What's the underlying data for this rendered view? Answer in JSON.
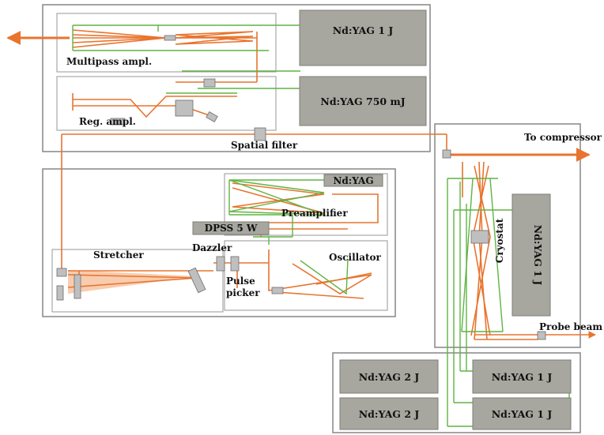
{
  "labels": {
    "multipass": "Multipass ampl.",
    "regen": "Reg. ampl.",
    "spatial_filter": "Spatial filter",
    "to_compressor": "To compressor",
    "stretcher": "Stretcher",
    "dazzler": "Dazzler",
    "pulse_picker_1": "Pulse",
    "pulse_picker_2": "picker",
    "preamplifier": "Preamplifier",
    "oscillator": "Oscillator",
    "cryostat": "Cryostat",
    "probe_beam": "Probe beam"
  },
  "lasers": {
    "pump_multipass": "Nd:YAG  1 J",
    "pump_regen": "Nd:YAG  750 mJ",
    "pump_preamp": "Nd:YAG",
    "dpss": "DPSS  5 W",
    "pump_cryo": "Nd:YAG 1 J",
    "bank_a": "Nd:YAG  2 J",
    "bank_b": "Nd:YAG  1 J",
    "bank_c": "Nd:YAG  2 J",
    "bank_d": "Nd:YAG  1 J"
  },
  "colors": {
    "ir_beam": "#e8742e",
    "pump_beam": "#5fb442",
    "laser_head": "#a7a7a0"
  }
}
